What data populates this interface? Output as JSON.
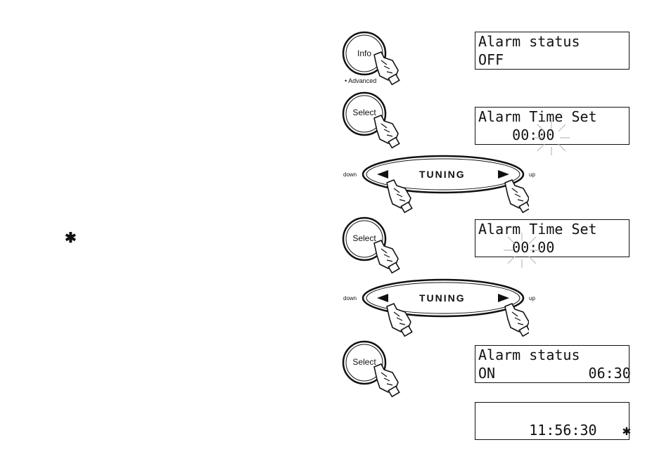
{
  "left_symbol": "✱",
  "buttons": {
    "info": {
      "label": "Info",
      "sub": "Advanced"
    },
    "select": {
      "label": "Select"
    }
  },
  "tuning": {
    "label": "TUNING",
    "down": "down",
    "up": "up"
  },
  "displays": [
    {
      "line1": "Alarm status",
      "line2": "OFF"
    },
    {
      "line1": "Alarm Time Set",
      "line2": "    00:00"
    },
    {
      "line1": "Alarm Time Set",
      "line2": "    00:00"
    },
    {
      "line1": "Alarm status",
      "line2": "ON           06:30"
    },
    {
      "line1": "",
      "line2": "      11:56:30   ✱"
    }
  ]
}
